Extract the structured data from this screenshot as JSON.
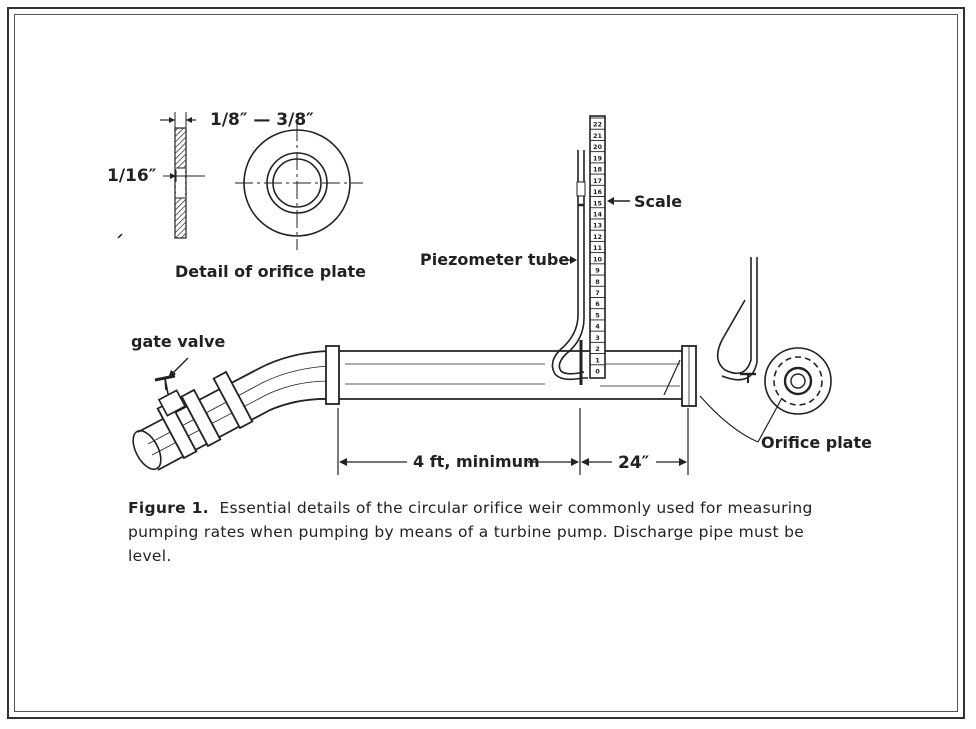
{
  "labels": {
    "dim_small": "1/8″ — 3/8″",
    "dim_edge": "1/16″",
    "detail_title": "Detail of orifice plate",
    "scale": "Scale",
    "piezometer": "Piezometer tube",
    "gate_valve": "gate valve",
    "orifice_plate": "Orifice plate",
    "dist_min": "4 ft, minimum",
    "dist_24": "24″"
  },
  "scale_ticks": [
    "22",
    "21",
    "20",
    "19",
    "18",
    "17",
    "16",
    "15",
    "14",
    "13",
    "12",
    "11",
    "10",
    "9",
    "8",
    "7",
    "6",
    "5",
    "4",
    "3",
    "2",
    "1",
    "0"
  ],
  "caption": {
    "figure_label": "Figure 1.",
    "text": "Essential details of the circular orifice weir commonly used for measuring pumping rates when pumping by means of a turbine pump. Discharge pipe must be level."
  }
}
